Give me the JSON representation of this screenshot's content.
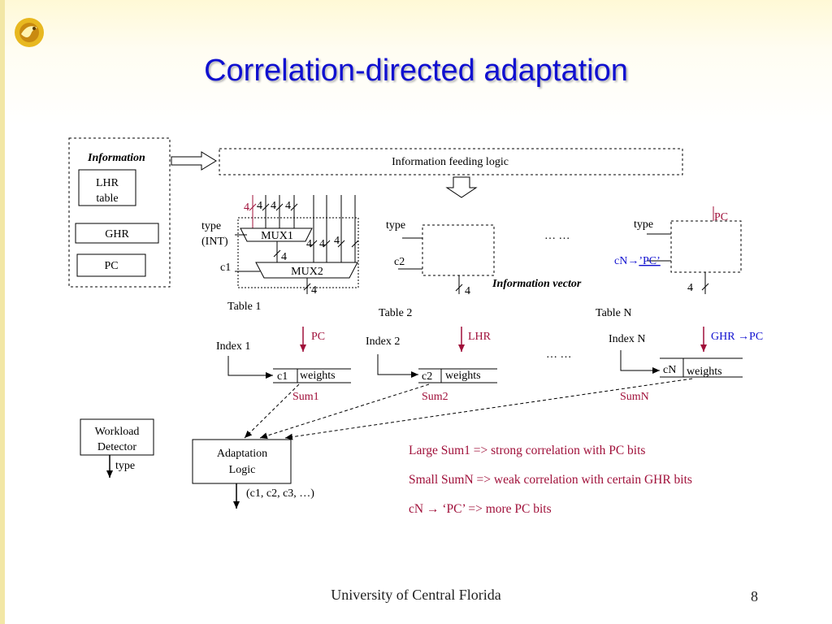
{
  "slide": {
    "title": "Correlation-directed adaptation",
    "footer": "University of Central Florida",
    "page_number": "8"
  },
  "colors": {
    "title": "#1010d0",
    "accent_red": "#a0103a",
    "accent_blue": "#1010d0"
  },
  "info_box": {
    "label": "Information",
    "items": [
      "LHR",
      "table",
      "GHR",
      "PC"
    ]
  },
  "feeding_logic": "Information feeding logic",
  "table1": {
    "type_label": "type",
    "int_label": "(INT)",
    "c1": "c1",
    "mux1": "MUX1",
    "mux2": "MUX2",
    "width_labels": [
      "4",
      "4",
      "4",
      "4",
      "4",
      "4",
      "4",
      "4",
      "4"
    ],
    "caption": "Table 1"
  },
  "table2": {
    "type_label": "type",
    "c2": "c2",
    "width": "4",
    "caption": "Table 2"
  },
  "ellipsis": "… …",
  "information_vector": "Information vector",
  "tableN": {
    "type_label": "type",
    "pc_label": "PC",
    "cn_map_prefix": "cN",
    "cn_map_arrow": "→",
    "cn_map_target": "’PC’",
    "width": "4",
    "caption": "Table N"
  },
  "indexes": [
    {
      "label": "Index 1",
      "input": "PC",
      "cell": "c1",
      "weights": "weights",
      "sum": "Sum1"
    },
    {
      "label": "Index 2",
      "input": "LHR",
      "cell": "c2",
      "weights": "weights",
      "sum": "Sum2"
    },
    {
      "label": "Index N",
      "input": "GHR →PC",
      "cell": "cN",
      "weights": "weights",
      "sum": "SumN"
    }
  ],
  "workload": {
    "line1": "Workload",
    "line2": "Detector",
    "output": "type"
  },
  "adaptation": {
    "line1": "Adaptation",
    "line2": "Logic",
    "output": "(c1, c2, c3, …)"
  },
  "observations": [
    "Large Sum1 => strong correlation with PC bits",
    "Small SumN => weak correlation with certain GHR bits",
    "cN → ‘PC’ => more PC bits"
  ]
}
